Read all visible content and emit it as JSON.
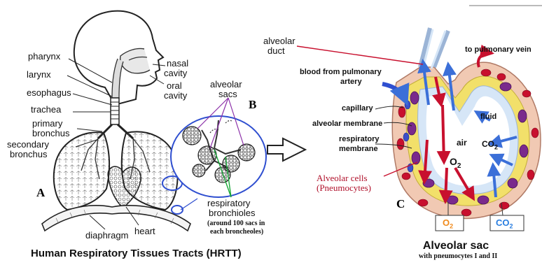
{
  "panel_a": {
    "letter": "A",
    "labels": {
      "pharynx": "pharynx",
      "larynx": "larynx",
      "esophagus": "esophagus",
      "trachea": "trachea",
      "primary_bronchus": [
        "primary",
        "bronchus"
      ],
      "secondary_bronchus": [
        "secondary",
        "bronchus"
      ],
      "nasal_cavity": [
        "nasal",
        "cavity"
      ],
      "oral_cavity": [
        "oral",
        "cavity"
      ],
      "diaphragm": "diaphragm",
      "heart": "heart"
    },
    "caption": "Human Respiratory Tissues Tracts (HRTT)"
  },
  "panel_b": {
    "letter": "B",
    "alveolar_sacs": [
      "alveolar",
      "sacs"
    ],
    "respiratory_bronchioles": [
      "respiratory",
      "bronchioles"
    ],
    "note": [
      "(around 100 sacs in",
      "each broncheoles)"
    ]
  },
  "panel_c": {
    "letter": "C",
    "alveolar_duct": [
      "alveolar",
      "duct"
    ],
    "to_pulmonary_vein": "to pulmonary vein",
    "blood_from_pulmonary_artery": [
      "blood from pulmonary",
      "artery"
    ],
    "capillary": "capillary",
    "alveolar_membrane": "alveolar membrane",
    "respiratory_membrane": [
      "respiratory",
      "membrane"
    ],
    "fluid": "fluid",
    "air": "air",
    "o2": "O",
    "co2": "CO",
    "subscript": "2",
    "alveolar_cells": [
      "Alveolar cells",
      "(Pneumocytes)"
    ],
    "caption": "Alveolar sac",
    "subcaption": "with pneumocytes I and II",
    "colors": {
      "blood_red": "#c8102e",
      "arrow_blue": "#3b6fd8",
      "fluid_blue": "#d6e6f7",
      "cell_yellow": "#f2e06a",
      "cell_purple": "#7a2a8c",
      "tissue_pink": "#f1c9b3",
      "o2_orange": "#f08a1c",
      "co2_blue": "#2a7ee0"
    }
  }
}
